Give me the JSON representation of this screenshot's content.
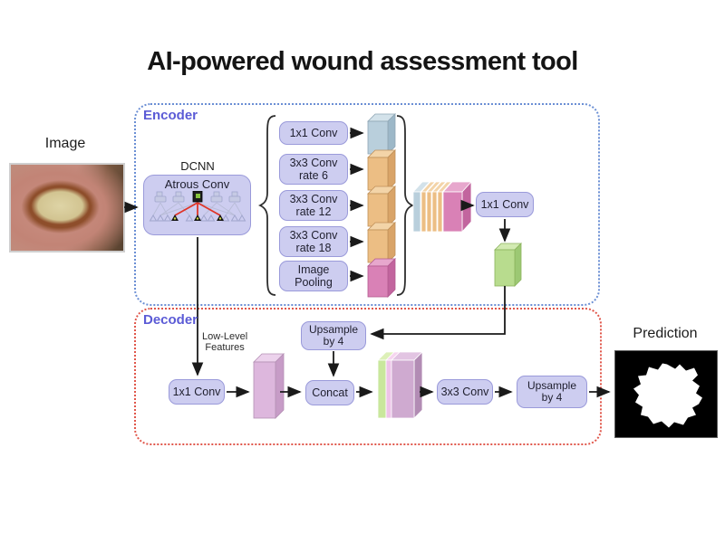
{
  "title": "AI-powered wound assessment tool",
  "input": {
    "label": "Image"
  },
  "output": {
    "label": "Prediction"
  },
  "encoder": {
    "label": "Encoder",
    "dcnn_label": "DCNN",
    "atrous_label": "Atrous Conv",
    "aspp": [
      {
        "line1": "1x1 Conv",
        "line2": ""
      },
      {
        "line1": "3x3 Conv",
        "line2": "rate 6"
      },
      {
        "line1": "3x3 Conv",
        "line2": "rate 12"
      },
      {
        "line1": "3x3 Conv",
        "line2": "rate 18"
      },
      {
        "line1": "Image",
        "line2": "Pooling"
      }
    ],
    "post_conv_label": "1x1 Conv"
  },
  "decoder": {
    "label": "Decoder",
    "low_level": {
      "line1": "Low-Level",
      "line2": "Features"
    },
    "upsample1": {
      "line1": "Upsample",
      "line2": "by 4"
    },
    "conv1_label": "1x1 Conv",
    "concat_label": "Concat",
    "conv2_label": "3x3 Conv",
    "upsample2": {
      "line1": "Upsample",
      "line2": "by 4"
    }
  },
  "colors": {
    "encoder_border": "#6b8fd4",
    "decoder_border": "#e0564a",
    "section_label": "#5b5bd6",
    "box_fill": "#cdcdf0",
    "box_border": "#9a9ada",
    "map_blue": "#b9cfdc",
    "map_orange": "#ecbe84",
    "map_pink": "#d981b6",
    "map_green": "#b8dc8e",
    "map_mauve": "#ddb7dd",
    "arrow": "#1a1a1a"
  }
}
